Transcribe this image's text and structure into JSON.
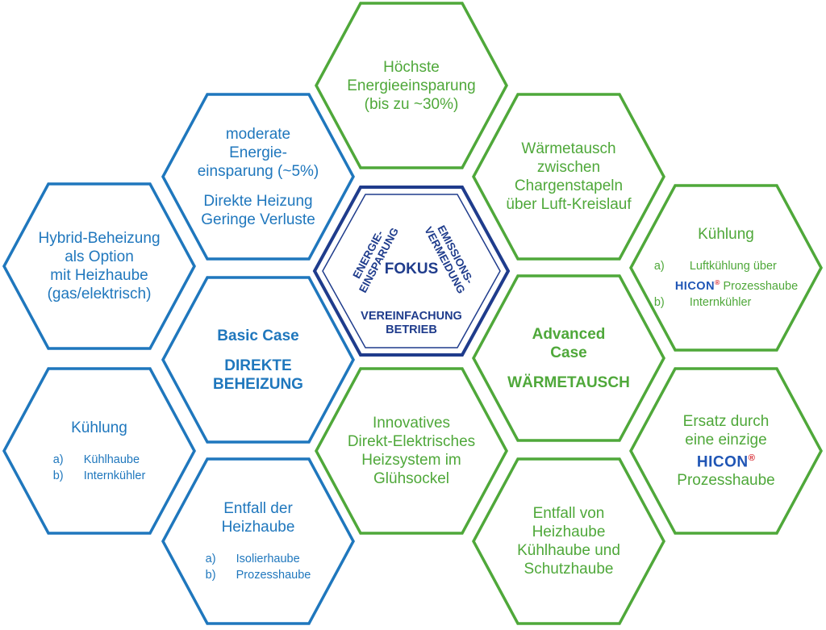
{
  "colors": {
    "blue": "#1f77bd",
    "green": "#4fa83a",
    "navy": "#1f3c8c",
    "hicon": "#1f55b5",
    "registered": "#d6262e"
  },
  "center": {
    "title": "FOKUS",
    "left_label": [
      "ENERGIE-",
      "EINSPARUNG"
    ],
    "right_label": [
      "EMISSIONS-",
      "VERMEIDUNG"
    ],
    "bottom_label": [
      "VEREINFACHUNG",
      "BETRIEB"
    ]
  },
  "blue": {
    "moderate": {
      "lines": [
        "moderate",
        "Energie-",
        "einsparung (~5%)"
      ],
      "lines2": [
        "Direkte Heizung",
        "Geringe Verluste"
      ]
    },
    "hybrid": {
      "lines": [
        "Hybrid-Beheizung",
        "als Option",
        "mit Heizhaube",
        "(gas/elektrisch)"
      ]
    },
    "basic": {
      "title": "Basic Case",
      "subtitle": [
        "DIREKTE",
        "BEHEIZUNG"
      ]
    },
    "kuehlung": {
      "title": "Kühlung",
      "items": [
        {
          "marker": "a)",
          "text": "Kühlhaube"
        },
        {
          "marker": "b)",
          "text": "Internkühler"
        }
      ]
    },
    "entfall": {
      "title": [
        "Entfall der",
        "Heizhaube"
      ],
      "items": [
        {
          "marker": "a)",
          "text": "Isolierhaube"
        },
        {
          "marker": "b)",
          "text": "Prozesshaube"
        }
      ]
    }
  },
  "green": {
    "hoechste": {
      "lines": [
        "Höchste",
        "Energieeinsparung",
        "(bis zu ~30%)"
      ]
    },
    "waermetausch": {
      "lines": [
        "Wärmetausch",
        "zwischen",
        "Chargenstapeln",
        "über Luft-Kreislauf"
      ]
    },
    "kuehlung": {
      "title": "Kühlung",
      "item_a": {
        "marker": "a)",
        "line1": "Luftkühlung über",
        "brand": "HICON",
        "reg": "®",
        "line2": "Prozesshaube"
      },
      "item_b": {
        "marker": "b)",
        "text": "Internkühler"
      }
    },
    "advanced": {
      "title": [
        "Advanced",
        "Case"
      ],
      "subtitle": "WÄRMETAUSCH"
    },
    "innovatives": {
      "lines": [
        "Innovatives",
        "Direkt-Elektrisches",
        "Heizsystem im",
        "Glühsockel"
      ]
    },
    "ersatz": {
      "lines": [
        "Ersatz durch",
        "eine einzige"
      ],
      "brand": "HICON",
      "reg": "®",
      "last": "Prozesshaube"
    },
    "entfall": {
      "lines": [
        "Entfall von",
        "Heizhaube",
        "Kühlhaube und",
        "Schutzhaube"
      ]
    }
  }
}
